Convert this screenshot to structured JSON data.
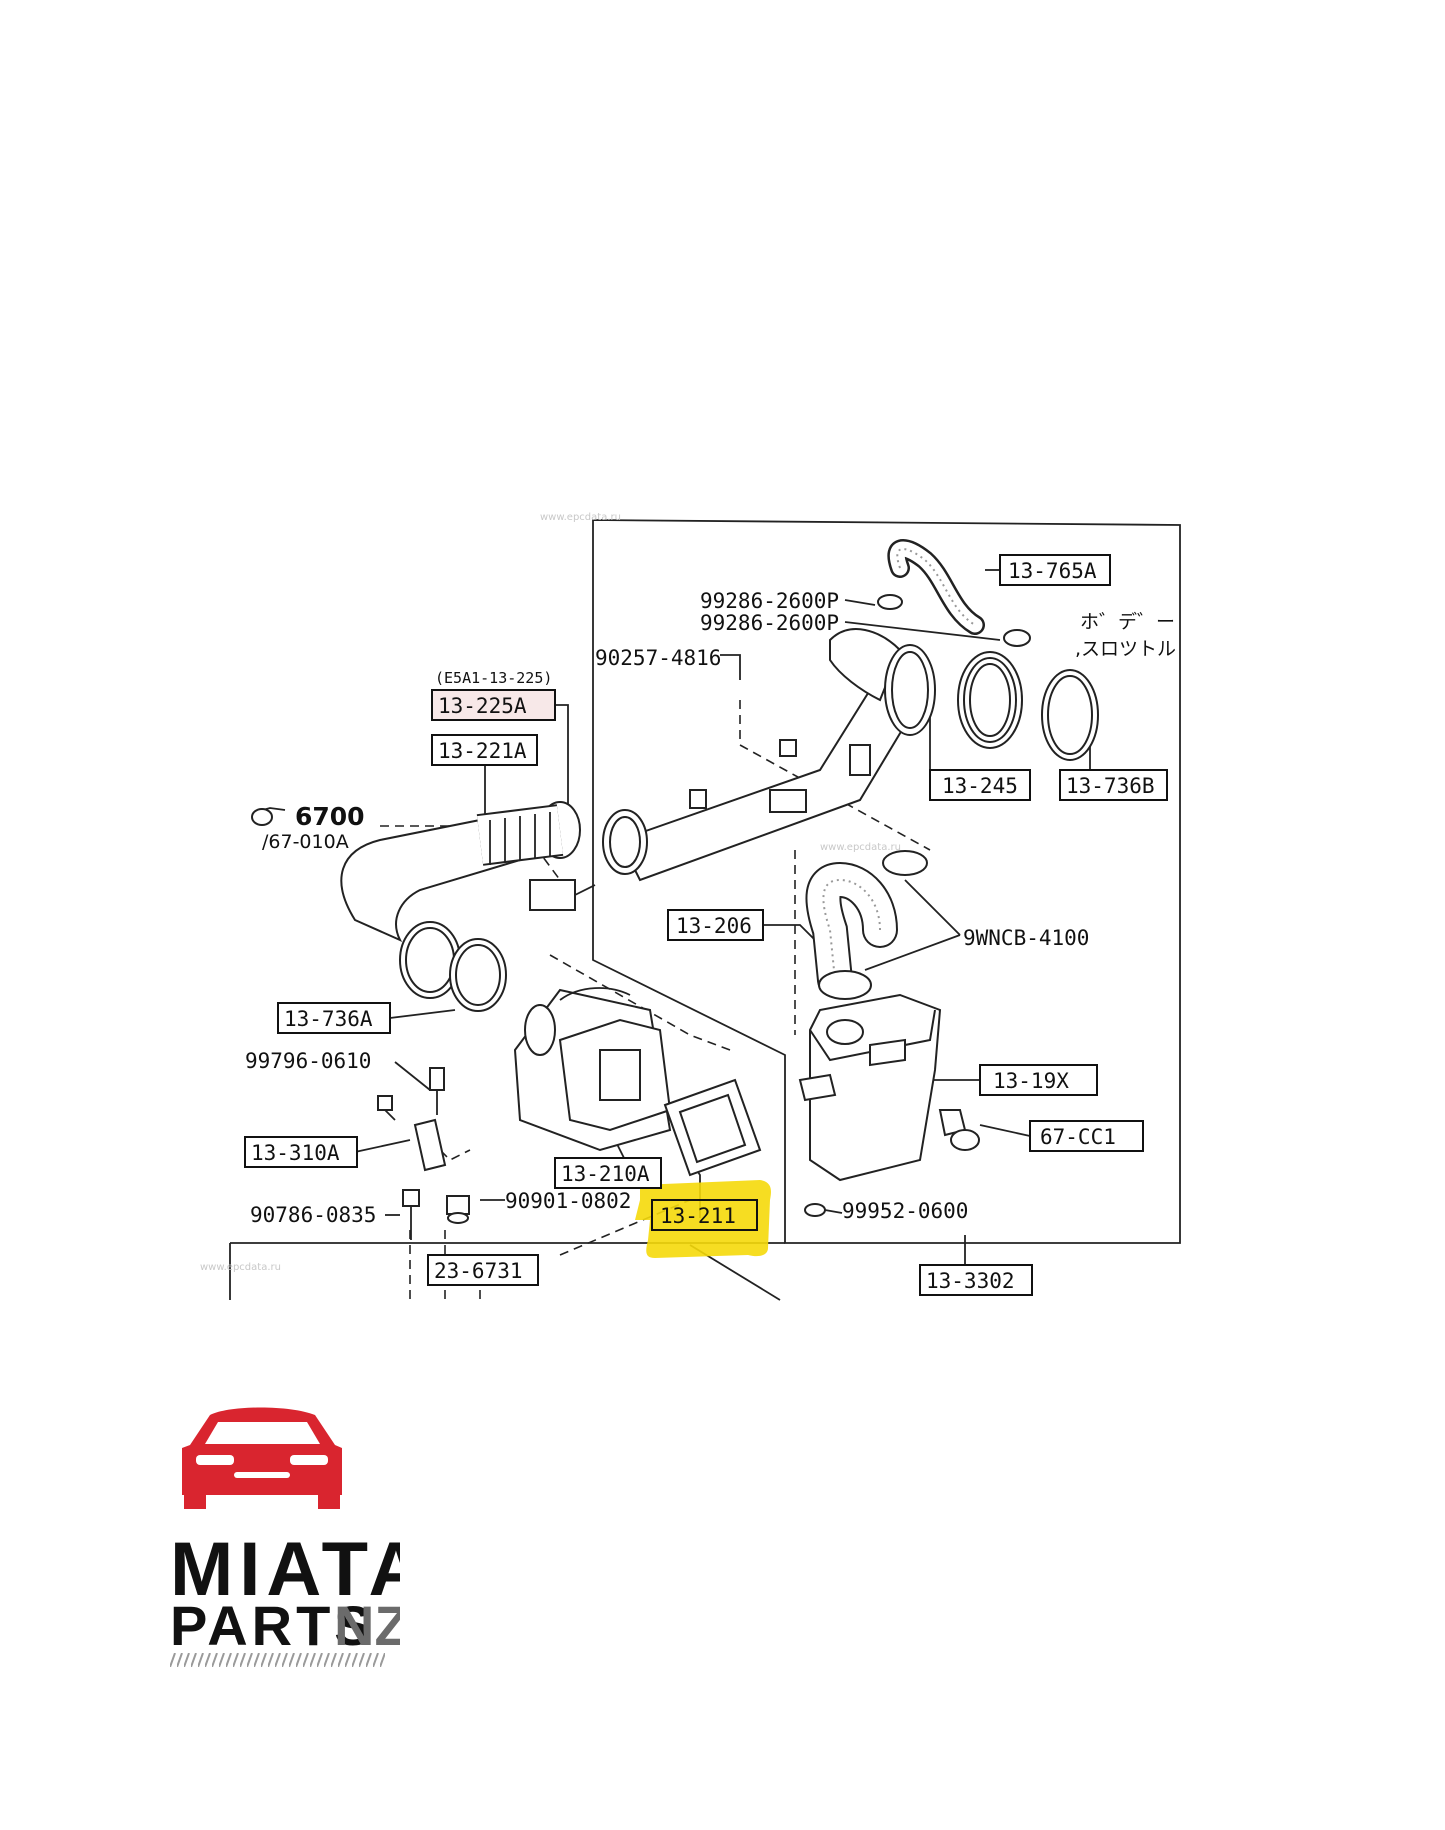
{
  "diagram": {
    "note_top": "(E5A1-13-225)",
    "note_jp_1": "ホ゛デ゛ー",
    "note_jp_2": ",スロツトル",
    "ref_code": "6700",
    "ref_sub": "/67-010A",
    "watermark": "www.epcdata.ru",
    "labels": {
      "p13_765A": "13-765A",
      "p99286_a": "99286-2600P",
      "p99286_b": "99286-2600P",
      "p90257": "90257-4816",
      "p13_225A": "13-225A",
      "p13_221A": "13-221A",
      "p13_245": "13-245",
      "p13_736B": "13-736B",
      "p13_206": "13-206",
      "p9WNCB": "9WNCB-4100",
      "p13_736A": "13-736A",
      "p99796": "99796-0610",
      "p13_19X": "13-19X",
      "p13_310A": "13-310A",
      "p67_CC1": "67-CC1",
      "p13_210A": "13-210A",
      "p90901": "90901-0802",
      "p90786": "90786-0835",
      "p13_211": "13-211",
      "p99952": "99952-0600",
      "p23_6731": "23-6731",
      "p13_3302": "13-3302"
    },
    "highlight_color": "#f5d90a"
  },
  "logo": {
    "line1": "MIATA",
    "line2": "PARTS",
    "line2_suffix": "NZ",
    "car_color": "#d9252f"
  }
}
